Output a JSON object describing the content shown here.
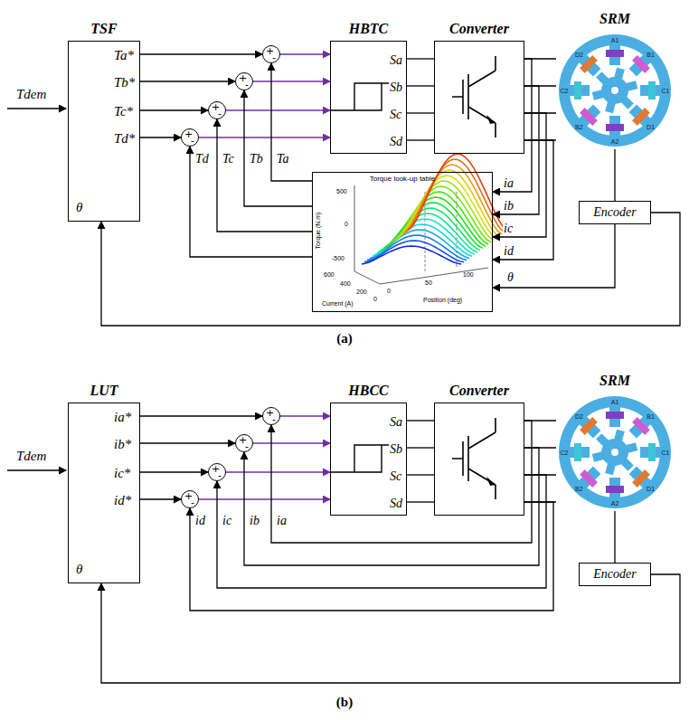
{
  "diagram": {
    "nodes": [
      {
        "text": [
          "TSF",
          "Ta*",
          "Tb*",
          "Tc*",
          "Td*",
          "θ"
        ]
      },
      {
        "text": [
          "+",
          "-"
        ]
      },
      {
        "text": [
          "+",
          "-"
        ]
      },
      {
        "text": [
          "+",
          "-"
        ]
      },
      {
        "text": [
          "+",
          "-"
        ]
      },
      {
        "text": [
          "HBTC",
          "Sa",
          "Sb",
          "Sc",
          "Sd"
        ]
      },
      {
        "text": [
          "Converter"
        ]
      },
      {
        "text": [
          "SRM"
        ]
      },
      {
        "text": [
          "Encoder"
        ]
      },
      {
        "text": [
          "Torque look-up table"
        ]
      },
      {
        "text": [
          "LUT",
          "ia*",
          "ib*",
          "ic*",
          "id*",
          "θ"
        ]
      },
      {
        "text": [
          "+",
          "-"
        ]
      },
      {
        "text": [
          "+",
          "-"
        ]
      },
      {
        "text": [
          "+",
          "-"
        ]
      },
      {
        "text": [
          "+",
          "-"
        ]
      },
      {
        "text": [
          "HBCC",
          "Sa",
          "Sb",
          "Sc",
          "Sd"
        ]
      },
      {
        "text": [
          "Converter"
        ]
      },
      {
        "text": [
          "SRM"
        ]
      },
      {
        "text": [
          "Encoder"
        ]
      }
    ],
    "edges": [
      {
        "from": 0,
        "to": 1,
        "arrow": "to"
      },
      {
        "from": 0,
        "to": 2,
        "arrow": "to"
      },
      {
        "from": 0,
        "to": 3,
        "arrow": "to"
      },
      {
        "from": 0,
        "to": 4,
        "arrow": "to"
      },
      {
        "from": 1,
        "to": 5,
        "arrow": "to"
      },
      {
        "from": 2,
        "to": 5,
        "arrow": "to"
      },
      {
        "from": 3,
        "to": 5,
        "arrow": "to"
      },
      {
        "from": 4,
        "to": 5,
        "arrow": "to"
      },
      {
        "from": 5,
        "to": 6,
        "arrow": "none"
      },
      {
        "from": 5,
        "to": 6,
        "arrow": "none"
      },
      {
        "from": 5,
        "to": 6,
        "arrow": "none"
      },
      {
        "from": 5,
        "to": 6,
        "arrow": "none"
      },
      {
        "from": 6,
        "to": 7,
        "arrow": "none"
      },
      {
        "from": 6,
        "to": 7,
        "arrow": "none"
      },
      {
        "from": 6,
        "to": 7,
        "arrow": "none"
      },
      {
        "from": 6,
        "to": 7,
        "arrow": "none"
      },
      {
        "from": 6,
        "to": 9,
        "arrow": "to",
        "label": "ia"
      },
      {
        "from": 6,
        "to": 9,
        "arrow": "to",
        "label": "ib"
      },
      {
        "from": 6,
        "to": 9,
        "arrow": "to",
        "label": "ic"
      },
      {
        "from": 6,
        "to": 9,
        "arrow": "to",
        "label": "id"
      },
      {
        "from": 9,
        "to": 1,
        "arrow": "to",
        "label": "Ta"
      },
      {
        "from": 9,
        "to": 2,
        "arrow": "to",
        "label": "Tb"
      },
      {
        "from": 9,
        "to": 3,
        "arrow": "to",
        "label": "Tc"
      },
      {
        "from": 9,
        "to": 4,
        "arrow": "to",
        "label": "Td"
      },
      {
        "from": 7,
        "to": 8,
        "arrow": "none"
      },
      {
        "from": 8,
        "to": 9,
        "arrow": "to",
        "label": "θ"
      },
      {
        "from": 8,
        "to": 0,
        "arrow": "to"
      },
      {
        "from": 10,
        "to": 11,
        "arrow": "to"
      },
      {
        "from": 10,
        "to": 12,
        "arrow": "to"
      },
      {
        "from": 10,
        "to": 13,
        "arrow": "to"
      },
      {
        "from": 10,
        "to": 14,
        "arrow": "to"
      },
      {
        "from": 11,
        "to": 15,
        "arrow": "to"
      },
      {
        "from": 12,
        "to": 15,
        "arrow": "to"
      },
      {
        "from": 13,
        "to": 15,
        "arrow": "to"
      },
      {
        "from": 14,
        "to": 15,
        "arrow": "to"
      },
      {
        "from": 15,
        "to": 16,
        "arrow": "none"
      },
      {
        "from": 15,
        "to": 16,
        "arrow": "none"
      },
      {
        "from": 15,
        "to": 16,
        "arrow": "none"
      },
      {
        "from": 15,
        "to": 16,
        "arrow": "none"
      },
      {
        "from": 16,
        "to": 17,
        "arrow": "none"
      },
      {
        "from": 16,
        "to": 17,
        "arrow": "none"
      },
      {
        "from": 16,
        "to": 17,
        "arrow": "none"
      },
      {
        "from": 16,
        "to": 17,
        "arrow": "none"
      },
      {
        "from": 16,
        "to": 11,
        "arrow": "to",
        "label": "ia"
      },
      {
        "from": 16,
        "to": 12,
        "arrow": "to",
        "label": "ib"
      },
      {
        "from": 16,
        "to": 13,
        "arrow": "to",
        "label": "ic"
      },
      {
        "from": 16,
        "to": 14,
        "arrow": "to",
        "label": "id"
      },
      {
        "from": 17,
        "to": 18,
        "arrow": "none"
      },
      {
        "from": 18,
        "to": 10,
        "arrow": "to"
      }
    ],
    "labels": [
      "Tdem",
      "A1",
      "B1",
      "C1",
      "D1",
      "A2",
      "B2",
      "C2",
      "D2",
      "Torque (N.m)",
      "Current (A)",
      "Position (deg)",
      "500",
      "0",
      "-500",
      "600",
      "400",
      "200",
      "0",
      "0",
      "50",
      "100",
      "(a)",
      "Tdem",
      "A1",
      "B1",
      "C1",
      "D1",
      "A2",
      "B2",
      "C2",
      "D2",
      "(b)"
    ]
  }
}
